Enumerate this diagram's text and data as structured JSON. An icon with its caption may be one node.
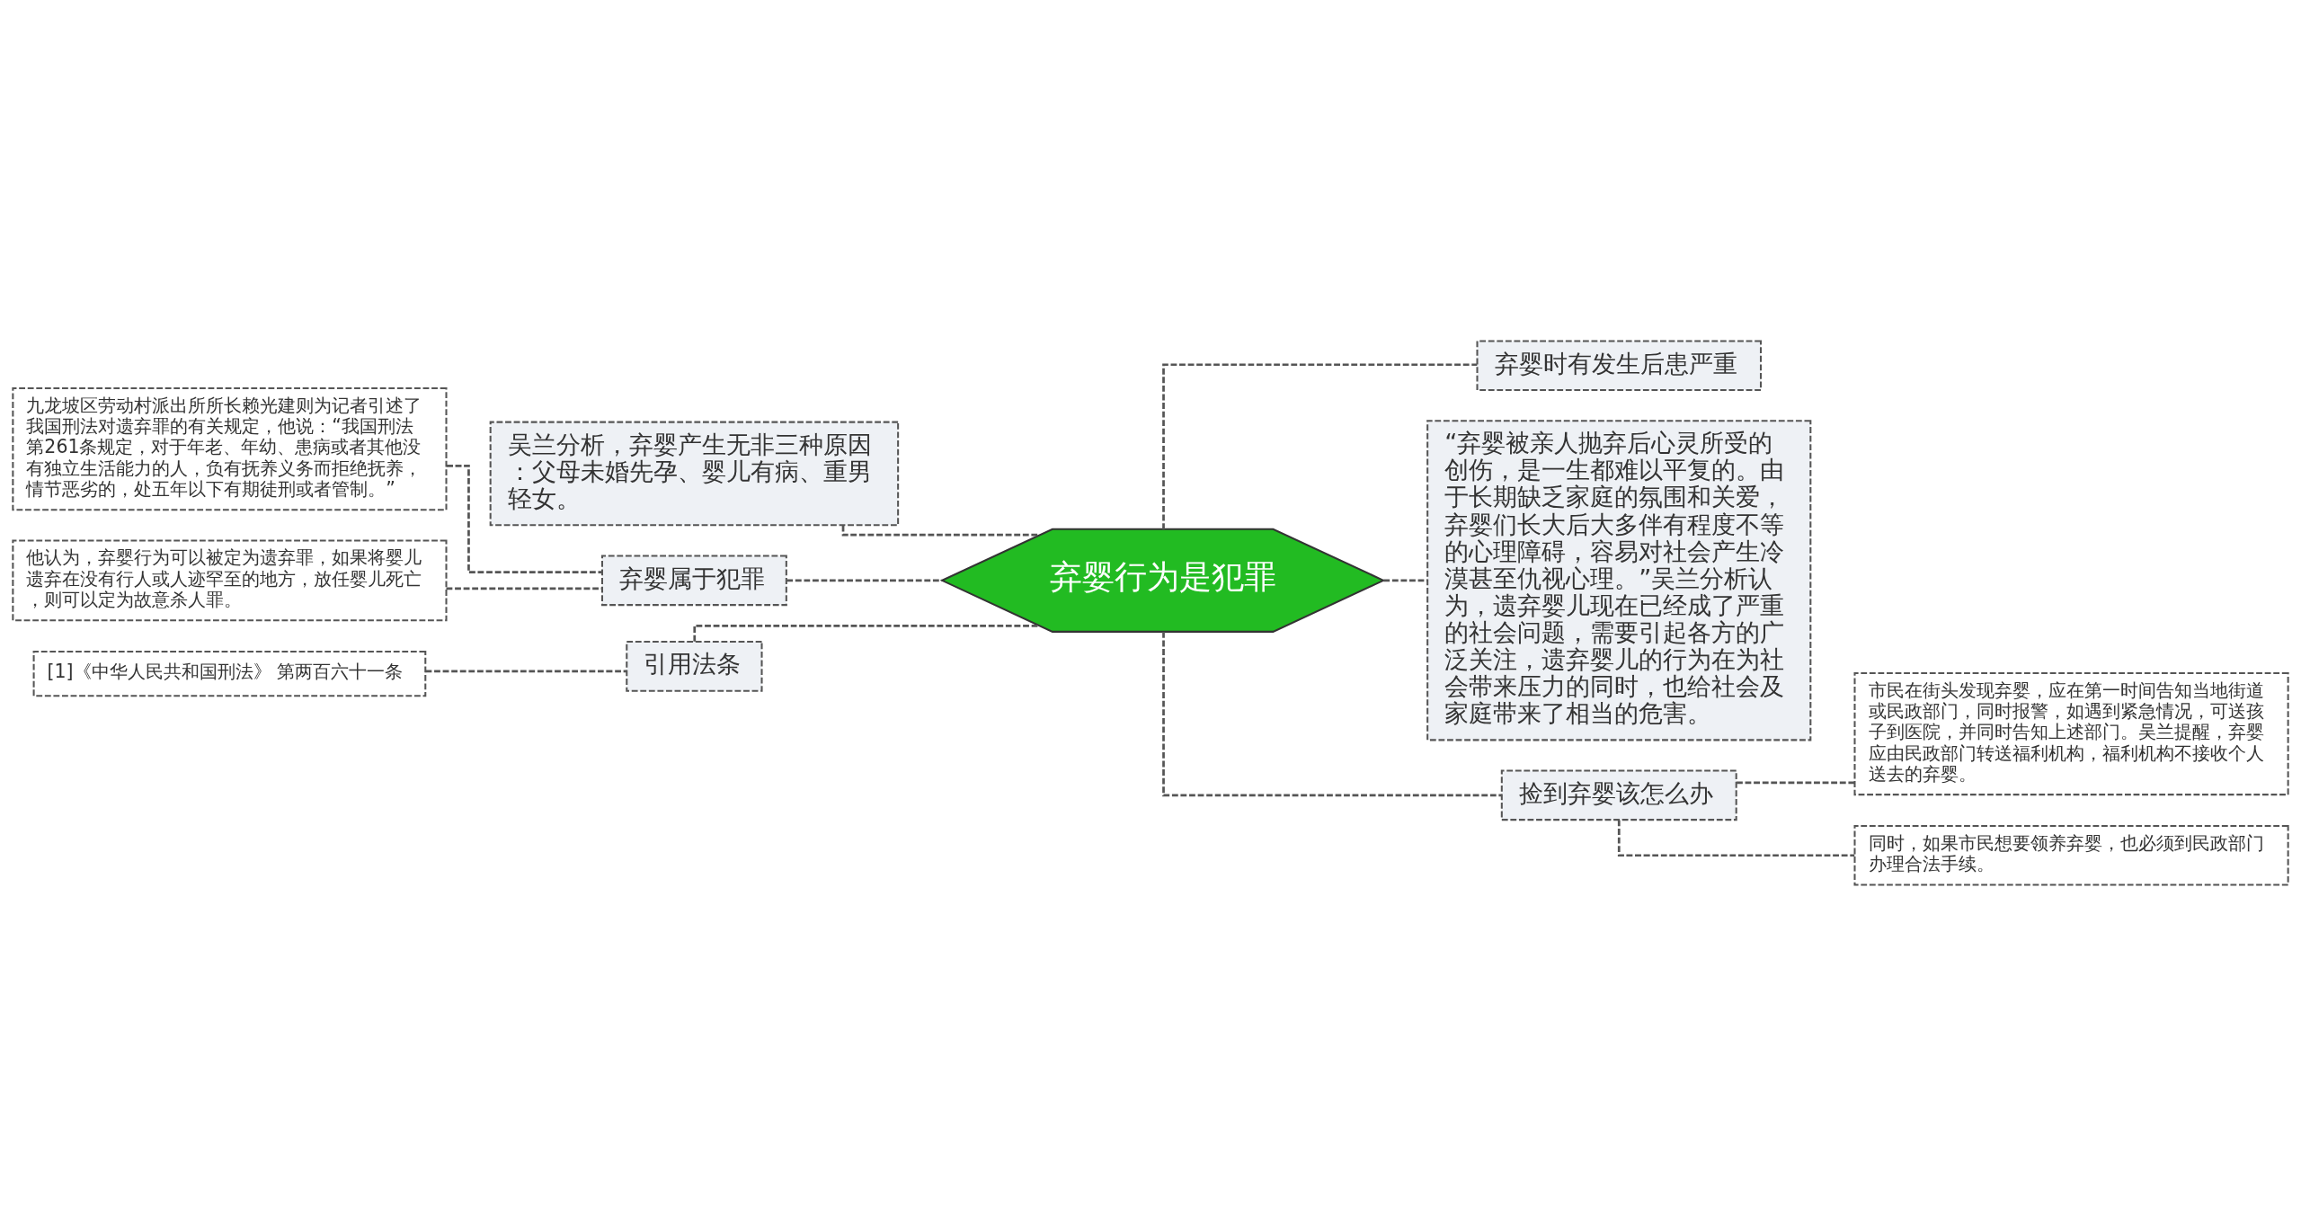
{
  "diagram": {
    "nodes": [
      {
        "text": [
          "弃婴行为是犯罪"
        ]
      },
      {
        "text": [
          "吴兰分析，弃婴产生无非三种原因：父母未婚先孕、婴儿有病、重男轻女。"
        ]
      },
      {
        "text": [
          "弃婴属于犯罪"
        ]
      },
      {
        "text": [
          "九龙坡区劳动村派出所所长赖光建则为记者引述了我国刑法对遗弃罪的有关规定，他说：“我国刑法第261条规定，对于年老、年幼、患病或者其他没有独立生活能力的人，负有抚养义务而拒绝抚养，情节恶劣的，处五年以下有期徒刑或者管制。”"
        ]
      },
      {
        "text": [
          "他认为，弃婴行为可以被定为遗弃罪，如果将婴儿遗弃在没有行人或人迹罕至的地方，放任婴儿死亡，则可以定为故意杀人罪。"
        ]
      },
      {
        "text": [
          "引用法条"
        ]
      },
      {
        "text": [
          "[1]《中华人民共和国刑法》 第两百六十一条"
        ]
      },
      {
        "text": [
          "弃婴时有发生后患严重"
        ]
      },
      {
        "text": [
          "“弃婴被亲人抛弃后心灵所受的创伤，是一生都难以平复的。由于长期缺乏家庭的氛围和关爱，弃婴们长大后大多伴有程度不等的心理障碍，容易对社会产生冷漠甚至仇视心理。”吴兰分析认为，遗弃婴儿现在已经成了严重的社会问题，需要引起各方的广泛关注，遗弃婴儿的行为在为社会带来压力的同时，也给社会及家庭带来了相当的危害。"
        ]
      },
      {
        "text": [
          "捡到弃婴该怎么办"
        ]
      },
      {
        "text": [
          "市民在街头发现弃婴，应在第一时间告知当地街道或民政部门，同时报警，如遇到紧急情况，可送孩子到医院，并同时告知上述部门。吴兰提醒，弃婴应由民政部门转送福利机构，福利机构不接收个人送去的弃婴。"
        ]
      },
      {
        "text": [
          "同时，如果市民想要领养弃婴，也必须到民政部门办理合法手续。"
        ]
      }
    ],
    "edges": [
      {
        "from": 0,
        "to": 1,
        "arrow": "none",
        "style": "dashed"
      },
      {
        "from": 0,
        "to": 2,
        "arrow": "none",
        "style": "dashed"
      },
      {
        "from": 2,
        "to": 3,
        "arrow": "none",
        "style": "dashed"
      },
      {
        "from": 2,
        "to": 4,
        "arrow": "none",
        "style": "dashed"
      },
      {
        "from": 0,
        "to": 5,
        "arrow": "none",
        "style": "dashed"
      },
      {
        "from": 5,
        "to": 6,
        "arrow": "none",
        "style": "dashed"
      },
      {
        "from": 0,
        "to": 7,
        "arrow": "none",
        "style": "dashed"
      },
      {
        "from": 0,
        "to": 8,
        "arrow": "none",
        "style": "dashed"
      },
      {
        "from": 0,
        "to": 9,
        "arrow": "none",
        "style": "dashed"
      },
      {
        "from": 9,
        "to": 10,
        "arrow": "none",
        "style": "dashed"
      },
      {
        "from": 9,
        "to": 11,
        "arrow": "none",
        "style": "dashed"
      }
    ]
  }
}
